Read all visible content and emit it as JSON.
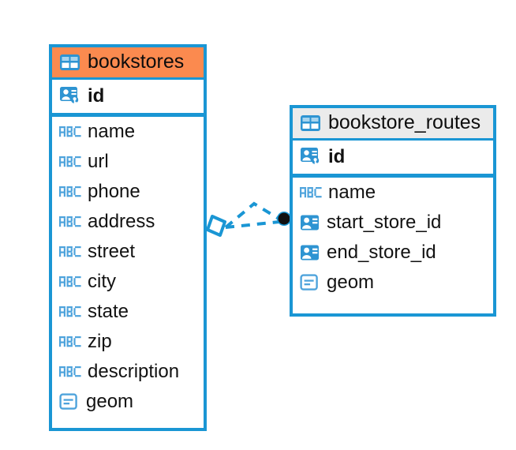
{
  "diagram": {
    "type": "entity-relationship-diagram",
    "colors": {
      "border": "#1a96d4",
      "header_highlight": "#fb8a4f",
      "header_default": "#ebebeb",
      "icon_blue": "#2e94d2",
      "connector": "#1a96d4",
      "endpoint": "#111111",
      "text": "#111111"
    },
    "entities": [
      {
        "id": "bookstores",
        "name": "bookstores",
        "header_style": "highlight",
        "header_icon": "table-icon",
        "fields": [
          {
            "name": "id",
            "icon": "primary-key-icon",
            "key": true
          },
          {
            "name": "name",
            "icon": "text-abc-icon",
            "key": false
          },
          {
            "name": "url",
            "icon": "text-abc-icon",
            "key": false
          },
          {
            "name": "phone",
            "icon": "text-abc-icon",
            "key": false
          },
          {
            "name": "address",
            "icon": "text-abc-icon",
            "key": false
          },
          {
            "name": "street",
            "icon": "text-abc-icon",
            "key": false
          },
          {
            "name": "city",
            "icon": "text-abc-icon",
            "key": false
          },
          {
            "name": "state",
            "icon": "text-abc-icon",
            "key": false
          },
          {
            "name": "zip",
            "icon": "text-abc-icon",
            "key": false
          },
          {
            "name": "description",
            "icon": "text-abc-icon",
            "key": false
          },
          {
            "name": "geom",
            "icon": "geometry-icon",
            "key": false
          }
        ]
      },
      {
        "id": "bookstore_routes",
        "name": "bookstore_routes",
        "header_style": "default",
        "header_icon": "table-icon",
        "fields": [
          {
            "name": "id",
            "icon": "primary-key-icon",
            "key": true
          },
          {
            "name": "name",
            "icon": "text-abc-icon",
            "key": false
          },
          {
            "name": "start_store_id",
            "icon": "foreign-key-icon",
            "key": false
          },
          {
            "name": "end_store_id",
            "icon": "foreign-key-icon",
            "key": false
          },
          {
            "name": "geom",
            "icon": "geometry-icon",
            "key": false
          }
        ]
      }
    ],
    "relationship": {
      "from_entity": "bookstores",
      "to_entity": "bookstore_routes",
      "from_endpoint_icon": "diamond-endpoint-icon",
      "to_endpoint_icon": "filled-circle-endpoint-icon",
      "line_style": "dashed",
      "cardinality_marker": "crows-foot"
    }
  }
}
